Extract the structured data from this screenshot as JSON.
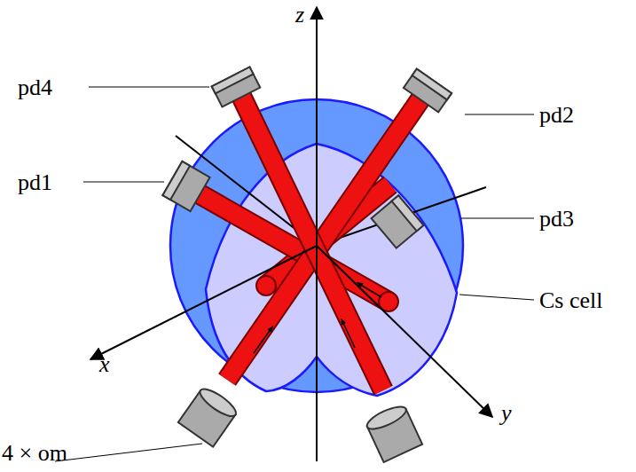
{
  "diagram": {
    "labels": [
      "z",
      "pd4",
      "pd2",
      "pd1",
      "pd3",
      "Cs cell",
      "x",
      "y",
      "4 × om"
    ]
  }
}
